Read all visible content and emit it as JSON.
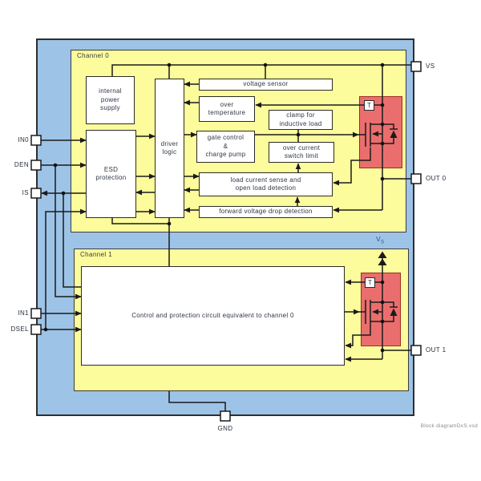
{
  "channel0": {
    "label": "Channel 0",
    "blocks": {
      "internal_power_supply": "internal\npower\nsupply",
      "esd_protection": "ESD\nprotection",
      "driver_logic": "driver\nlogic",
      "voltage_sensor": "voltage sensor",
      "over_temperature": "over\ntemperature",
      "clamp_inductive": "clamp for\ninductive load",
      "gate_control": "gate control\n&\ncharge pump",
      "over_current": "over current\nswitch limit",
      "load_current_sense": "load current sense and\nopen load detection",
      "forward_voltage": "forward voltage drop detection",
      "temp_sensor": "T"
    }
  },
  "channel1": {
    "label": "Channel 1",
    "blocks": {
      "control_equivalent": "Control and protection circuit equivalent to channel 0",
      "temp_sensor": "T"
    }
  },
  "pins": {
    "in0": "IN0",
    "den": "DEN",
    "is": "IS",
    "in1": "IN1",
    "dsel": "DSEL",
    "vs": "VS",
    "out0": "OUT 0",
    "out1": "OUT 1",
    "gnd": "GND"
  },
  "labels": {
    "vs_rail_main": "V",
    "vs_rail_sub": "S",
    "caption": "Block diagramDxS.vsd"
  },
  "colors": {
    "package_fill": "#9DC3E6",
    "channel_fill": "#FCFC9C",
    "mosfet_fill": "#EA6E6E",
    "mosfet_border": "#9e2b25",
    "wire": "#1b1b1b",
    "vs_label": "#2F5496"
  }
}
